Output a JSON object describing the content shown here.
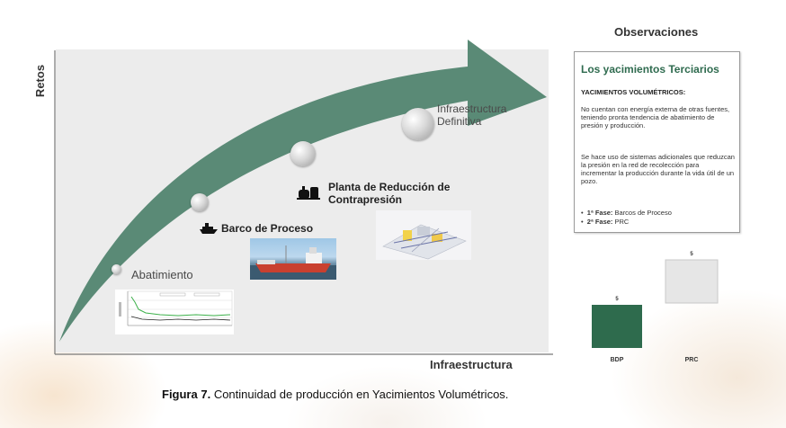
{
  "axes": {
    "y_label": "Retos",
    "x_label": "Infraestructura"
  },
  "stages": [
    {
      "label": "Abatimiento"
    },
    {
      "label": "Barco de Proceso"
    },
    {
      "label": "Planta de Reducción de Contrapresión"
    },
    {
      "label": "Infraestructura Definitiva"
    }
  ],
  "observations": {
    "title": "Observaciones",
    "heading": "Los yacimientos Terciarios",
    "subheading": "YACIMIENTOS VOLUMÉTRICOS:",
    "paragraph1": "No cuentan con energía externa de otras fuentes, teniendo pronta tendencia de abatimiento de presión y producción.",
    "paragraph2": "Se hace uso de sistemas adicionales que reduzcan la presión en la red de recolección para incrementar la producción durante la vida útil de un pozo.",
    "phase1_key": "1ª Fase:",
    "phase1_value": "Barcos de Proceso",
    "phase2_key": "2ª Fase:",
    "phase2_value": "PRC"
  },
  "chart_data": {
    "type": "bar",
    "categories": [
      "BDP",
      "PRC"
    ],
    "values": [
      5,
      5
    ],
    "colors": [
      "#2e6b4d",
      "#e6e6e6"
    ]
  },
  "caption": {
    "figure_label": "Figura 7.",
    "text": "Continuidad de producción en Yacimientos Volumétricos."
  },
  "colors": {
    "arrow": "#5a8a76",
    "accent_green": "#2f6b4f",
    "panel_bg": "#ececec"
  }
}
